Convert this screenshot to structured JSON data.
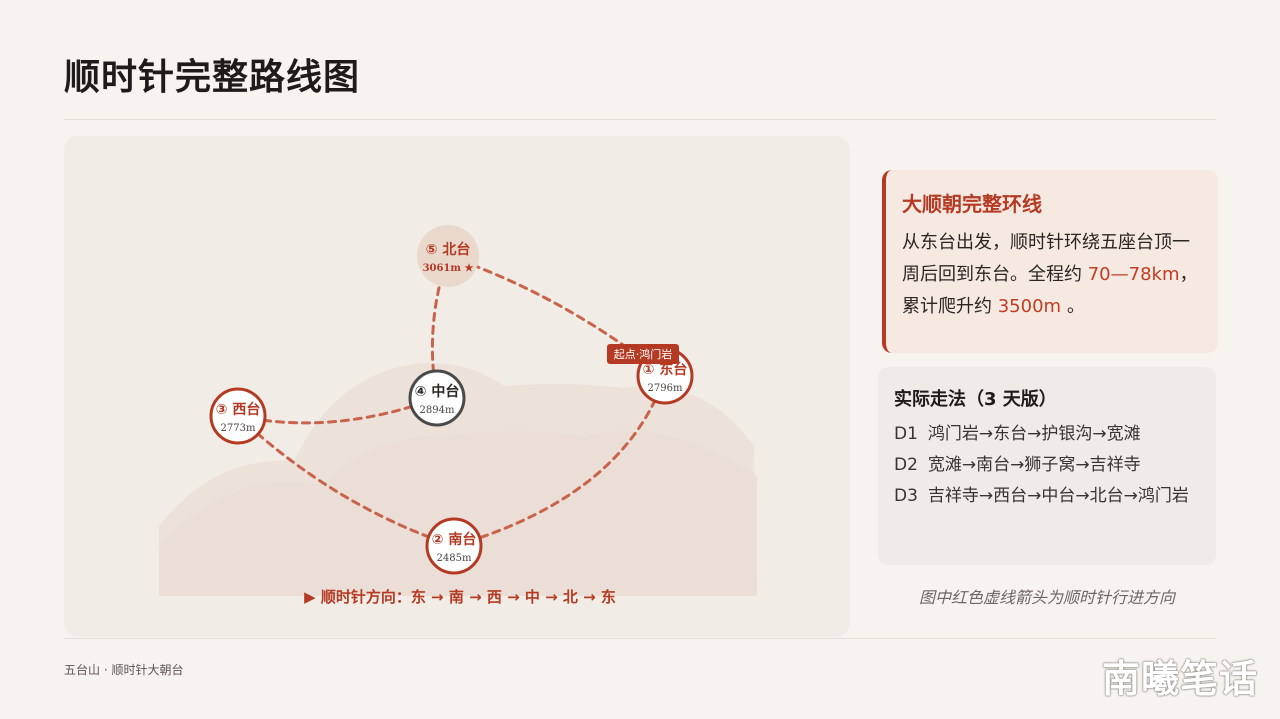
{
  "page": {
    "title": "顺时针完整路线图",
    "footer": "五台山 · 顺时针大朝台",
    "watermark": "南曦笔话"
  },
  "colors": {
    "accent": "#b53a24",
    "route_dash": "#c9634b",
    "center_station": "#4a4a4a",
    "background": "#f7f3ee"
  },
  "map": {
    "stations": [
      {
        "id": "east",
        "label": "① 东台",
        "elevation": "2796m",
        "style": "accent"
      },
      {
        "id": "south",
        "label": "② 南台",
        "elevation": "2485m",
        "style": "accent"
      },
      {
        "id": "west",
        "label": "③ 西台",
        "elevation": "2773m",
        "style": "accent"
      },
      {
        "id": "center",
        "label": "④ 中台",
        "elevation": "2894m",
        "style": "dark"
      },
      {
        "id": "north",
        "label": "⑤ 北台",
        "elevation": "3061m ★",
        "style": "highlight"
      }
    ],
    "route_order": [
      "east",
      "south",
      "west",
      "center",
      "north",
      "east"
    ],
    "start_badge": "起点·鸿门岩",
    "direction": "▶ 顺时针方向：东 → 南 → 西 → 中 → 北 → 东"
  },
  "summary": {
    "title": "大顺朝完整环线",
    "line1": "从东台出发，顺时针环绕五座台顶一周后回到东台。全程约",
    "distance": "70—78km",
    "sep": "，累计爬升约",
    "climb": "3500m",
    "end": "。"
  },
  "plan": {
    "title": "实际走法（3 天版）",
    "days": [
      {
        "day": "D1",
        "route": "鸿门岩→东台→护银沟→宽滩"
      },
      {
        "day": "D2",
        "route": "宽滩→南台→狮子窝→吉祥寺"
      },
      {
        "day": "D3",
        "route": "吉祥寺→西台→中台→北台→鸿门岩"
      }
    ]
  },
  "caption": "图中红色虚线箭头为顺时针行进方向"
}
